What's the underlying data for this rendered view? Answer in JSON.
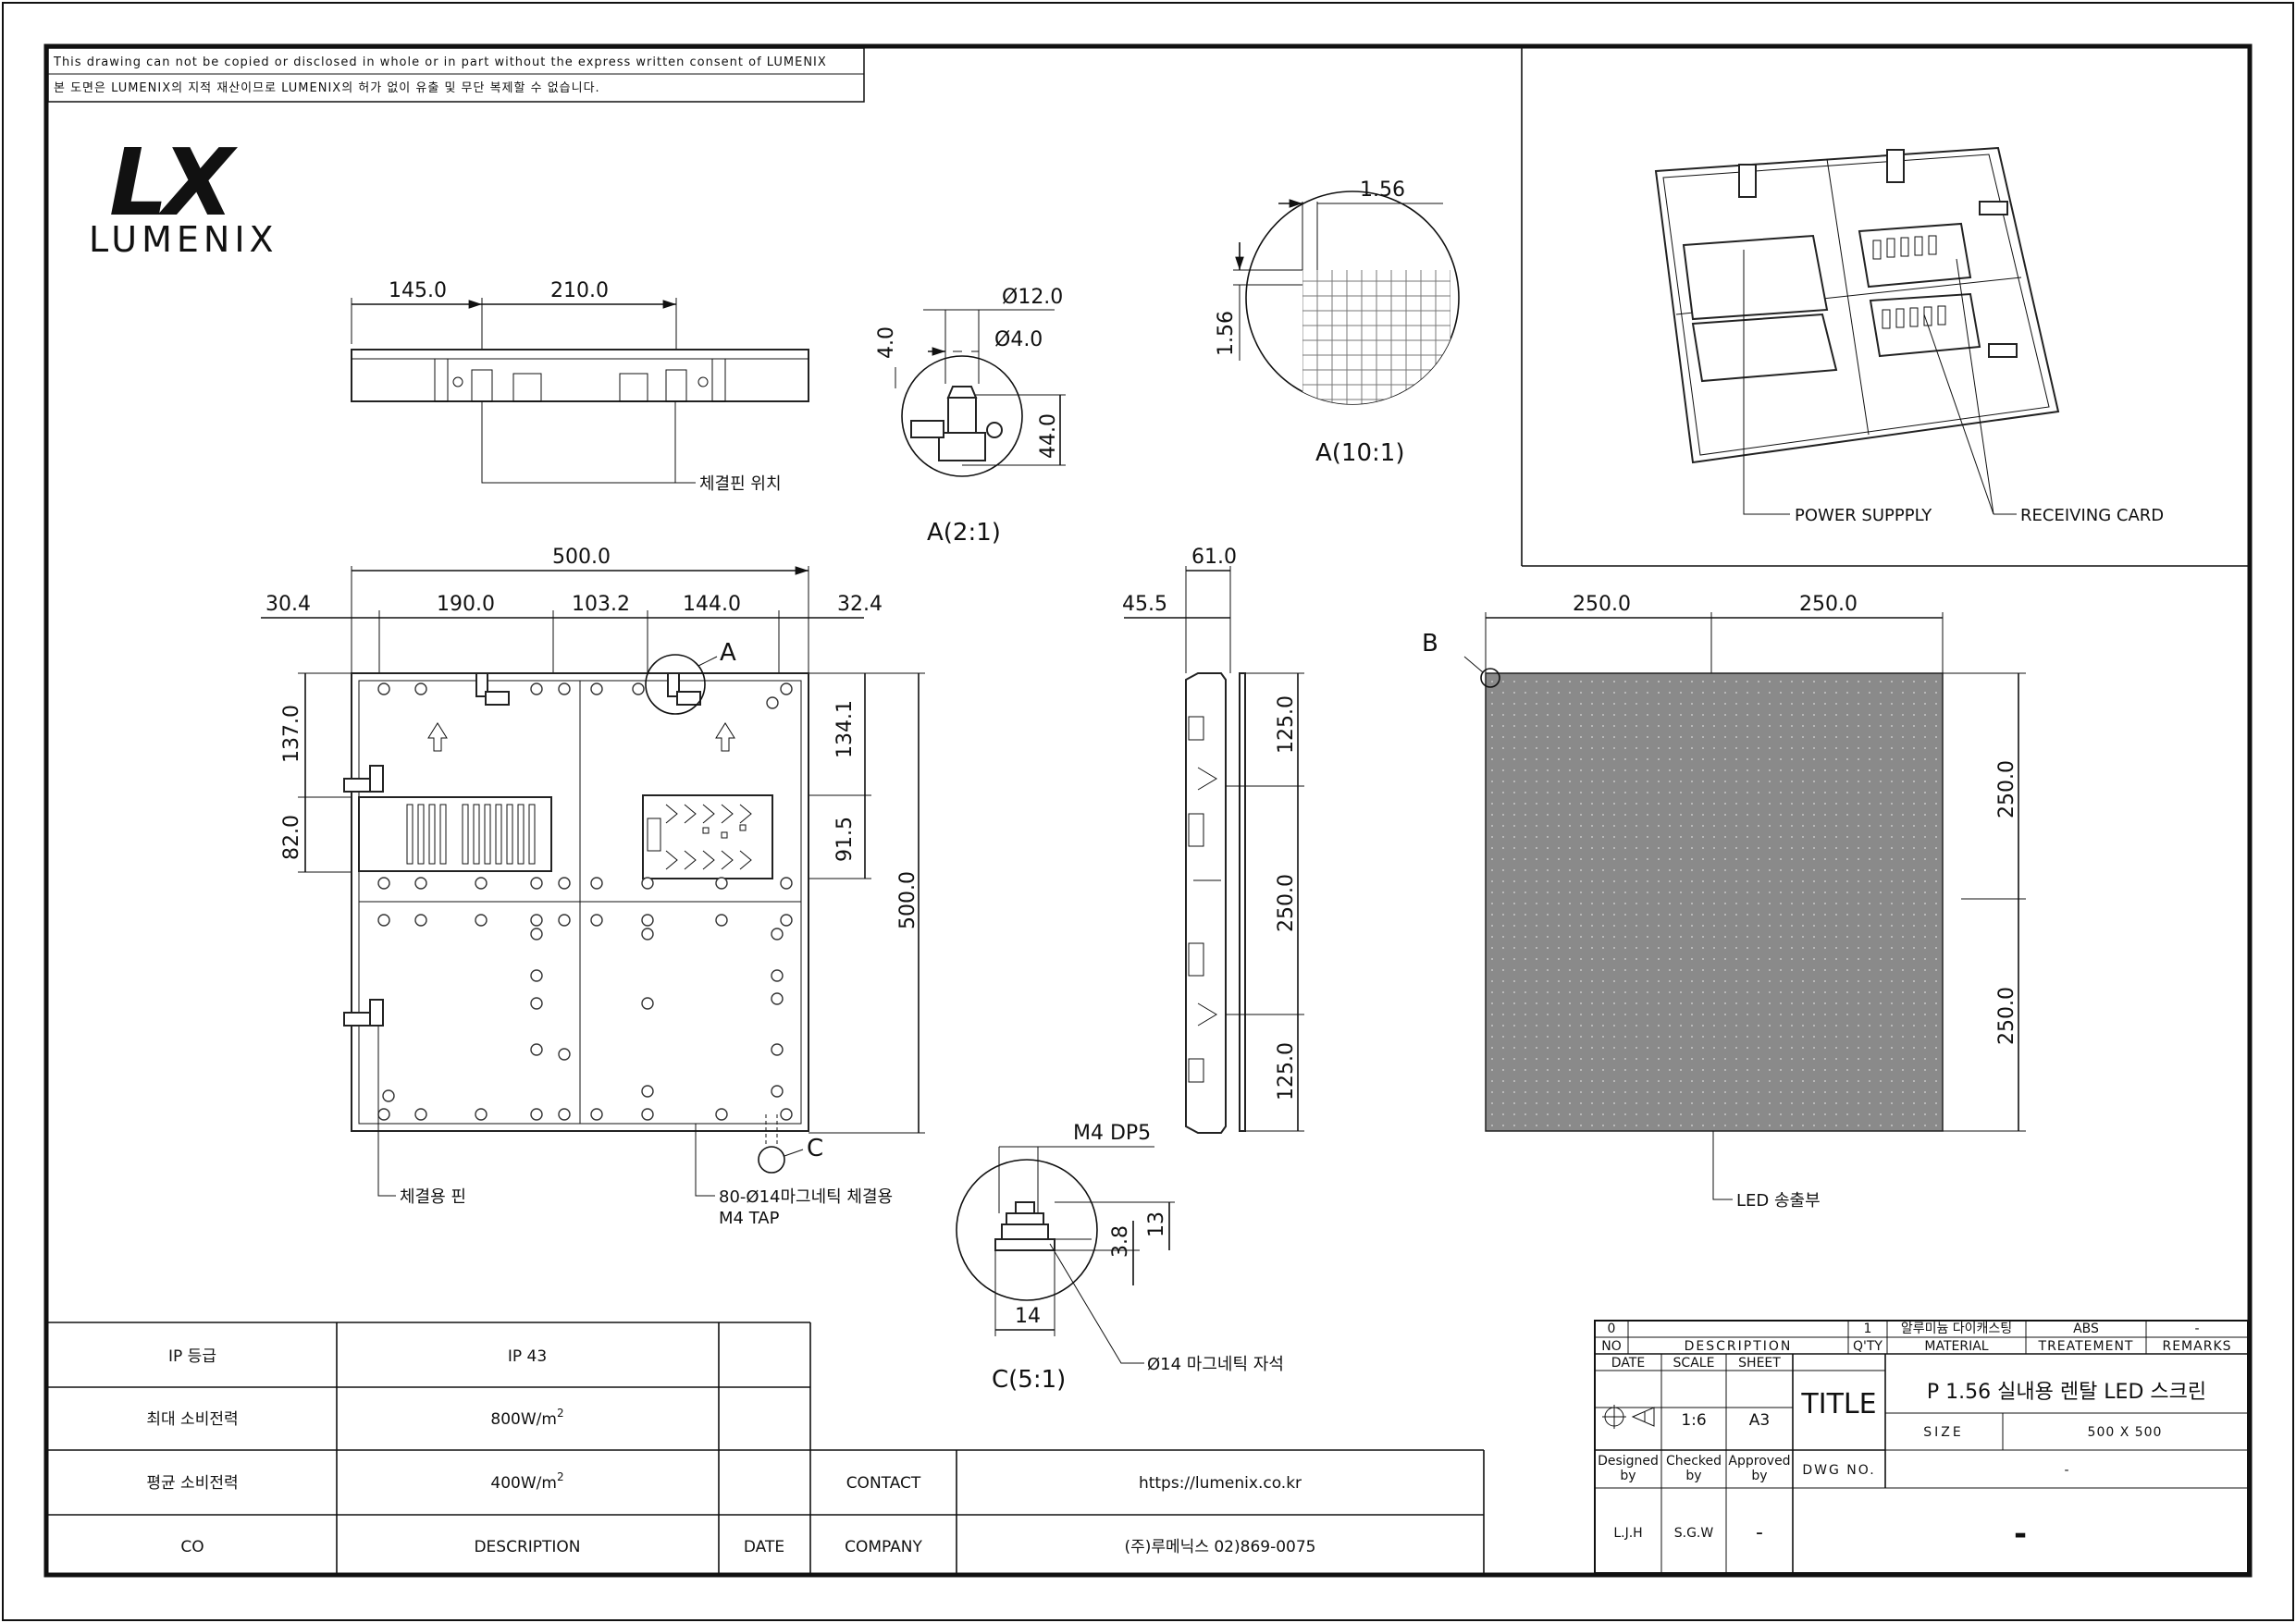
{
  "notices": {
    "en": "This drawing can not be copied or disclosed in whole or in part without the express written consent of LUMENIX",
    "ko": "본 도면은 LUMENIX의 지적 재산이므로 LUMENIX의 허가 없이 유출 및 무단 복제할 수 없습니다."
  },
  "logo": {
    "mark": "LX",
    "name": "LUMENIX"
  },
  "top_view": {
    "dims": [
      "145.0",
      "210.0"
    ],
    "label": "체결핀 위치"
  },
  "detail_a2": {
    "caption": "A(2:1)",
    "dims": [
      "Ø12.0",
      "Ø4.0",
      "4.0",
      "44.0"
    ]
  },
  "detail_a10": {
    "caption": "A(10:1)",
    "dims": [
      "1.56",
      "1.56"
    ]
  },
  "iso_view": {
    "labels": [
      "POWER SUPPPLY",
      "RECEIVING CARD"
    ]
  },
  "rear_view": {
    "dims_top": [
      "500.0",
      "30.4",
      "190.0",
      "103.2",
      "144.0",
      "32.4"
    ],
    "dims_left": [
      "137.0",
      "82.0"
    ],
    "dims_right": [
      "134.1",
      "91.5",
      "500.0"
    ],
    "markers": [
      "A",
      "C"
    ],
    "labels": [
      "체결용 핀",
      "80-Ø14마그네틱 체결용",
      "M4 TAP"
    ]
  },
  "side_view": {
    "dims_top": [
      "61.0",
      "45.5"
    ],
    "dims_right": [
      "125.0",
      "250.0",
      "125.0"
    ]
  },
  "front_view": {
    "dims_top": [
      "250.0",
      "250.0"
    ],
    "dims_right": [
      "250.0",
      "250.0"
    ],
    "marker": "B",
    "label": "LED 송출부"
  },
  "detail_c": {
    "caption": "C(5:1)",
    "dims": [
      "M4 DP5",
      "13",
      "3.8",
      "14"
    ],
    "label": "Ø14 마그네틱 자석"
  },
  "spec_table": {
    "rows": [
      {
        "key": "IP 등급",
        "value": "IP 43",
        "extra": ""
      },
      {
        "key": "최대 소비전력",
        "value": "800W/m",
        "sup": "2",
        "extra": ""
      },
      {
        "key": "평균 소비전력",
        "value": "400W/m",
        "sup": "2",
        "extra": ""
      },
      {
        "key": "CO",
        "value": "DESCRIPTION",
        "extra": "DATE"
      }
    ],
    "contact_label": "CONTACT",
    "contact_value": "https://lumenix.co.kr",
    "company_label": "COMPANY",
    "company_value": "(주)루메닉스 02)869-0075"
  },
  "title_block": {
    "row0": [
      "0",
      "",
      "1",
      "알루미늄 다이캐스팅",
      "ABS",
      "-"
    ],
    "headers": [
      "NO",
      "DESCRIPTION",
      "Q'TY",
      "MATERIAL",
      "TREATEMENT",
      "REMARKS"
    ],
    "date_label": "DATE",
    "scale_label": "SCALE",
    "sheet_label": "SHEET",
    "scale_value": "1:6",
    "sheet_value": "A3",
    "title_label": "TITLE",
    "title_value": "P 1.56 실내용 렌탈 LED 스크린",
    "size_label": "SIZE",
    "size_value": "500 X 500",
    "designed_label_1": "Designed",
    "designed_label_2": "by",
    "checked_label_1": "Checked",
    "checked_label_2": "by",
    "approved_label_1": "Approved",
    "approved_label_2": "by",
    "dwg_label": "DWG NO.",
    "dwg_value": "-",
    "designer": "L.J.H",
    "checker": "S.G.W",
    "approver": "-",
    "final": "-"
  }
}
